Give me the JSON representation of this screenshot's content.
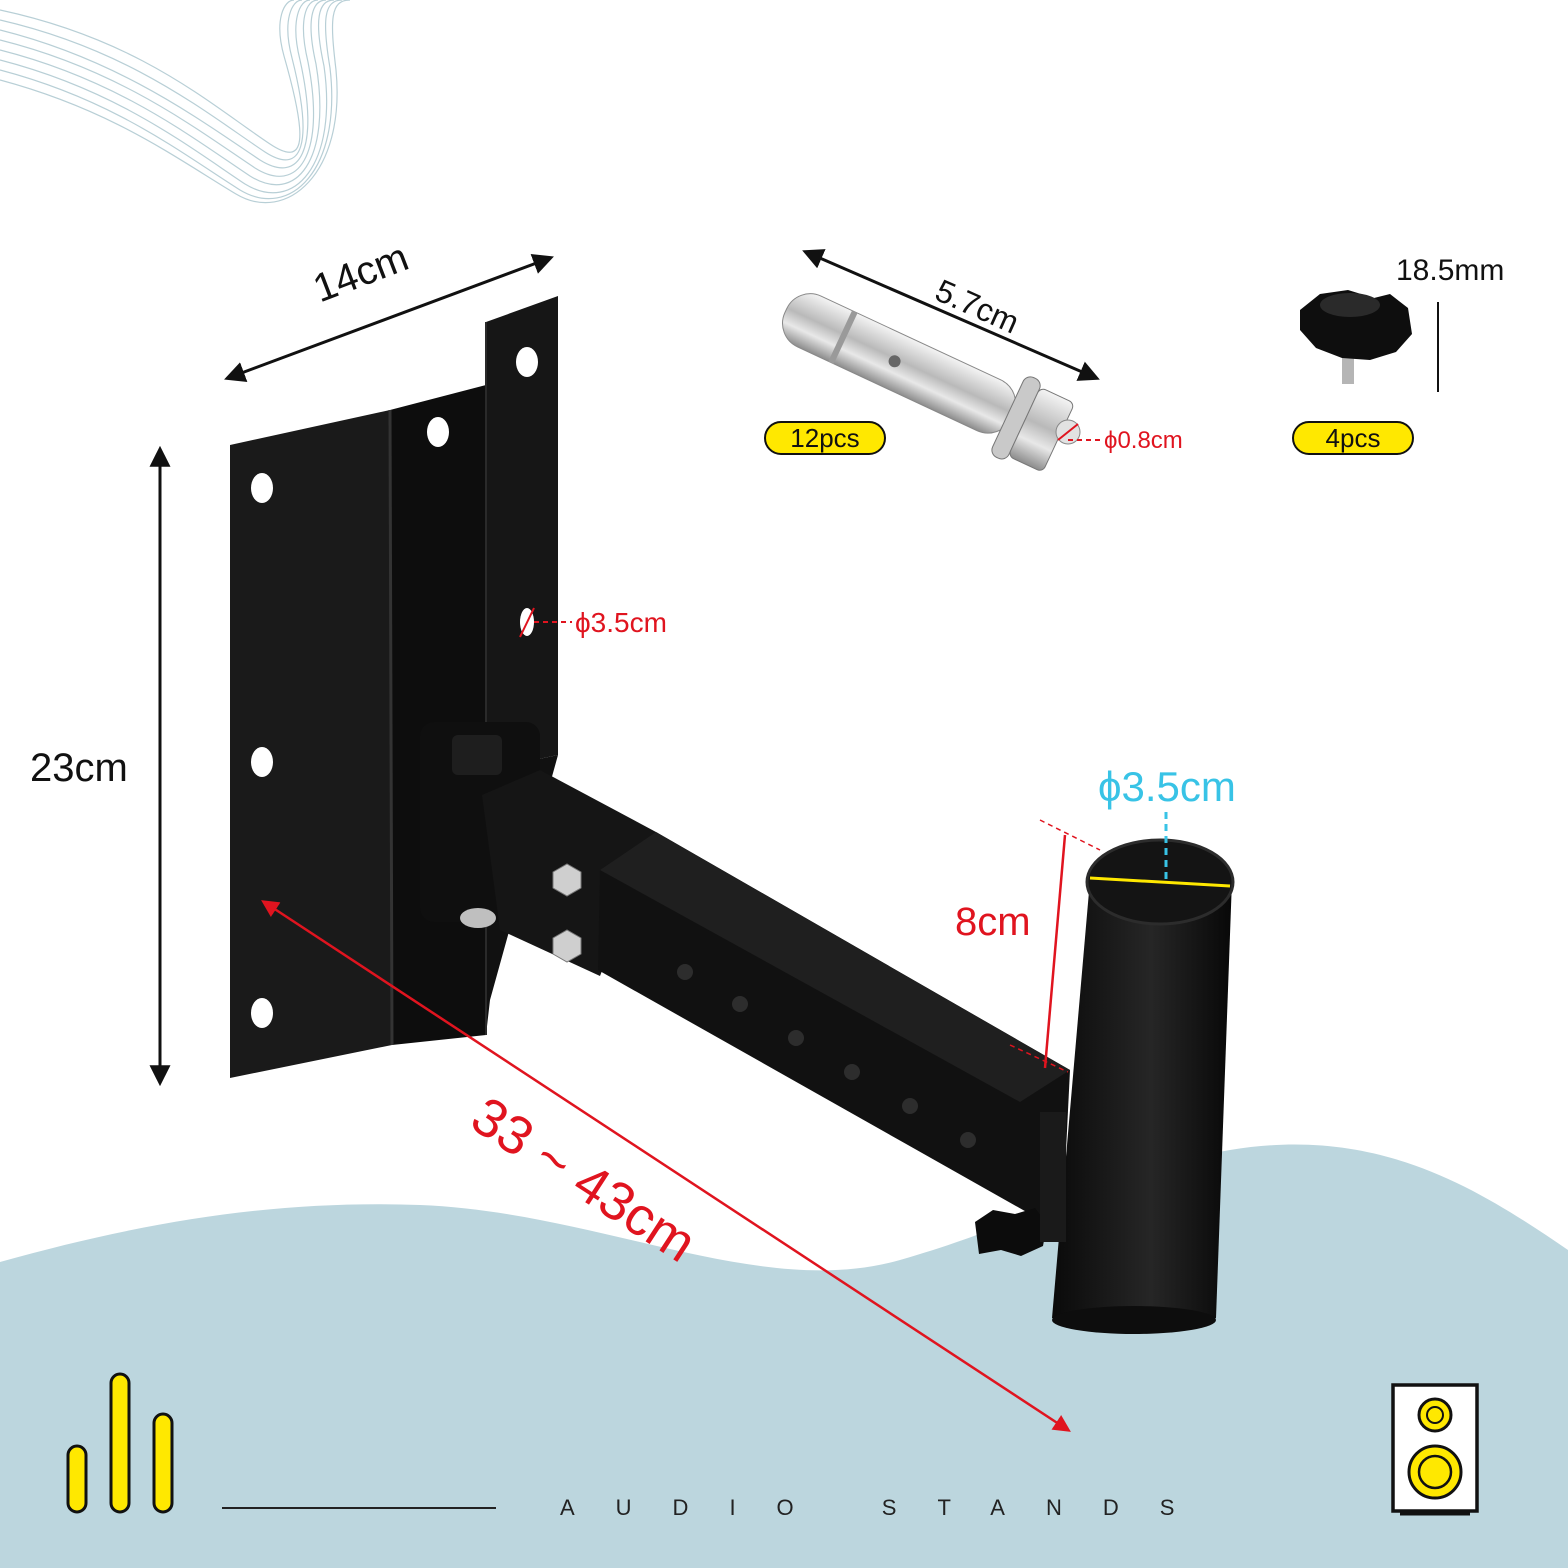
{
  "dimensions": {
    "plate_width": "14cm",
    "plate_height": "23cm",
    "hole_diameter": "ϕ3.5cm",
    "arm_length": "33 ~ 43cm",
    "tube_diameter": "ϕ3.5cm",
    "tube_height": "8cm",
    "bolt_length": "5.7cm",
    "bolt_diameter": "ϕ0.8cm",
    "knob_size": "18.5mm"
  },
  "accessories": {
    "bolt_qty": "12pcs",
    "knob_qty": "4pcs"
  },
  "footer": {
    "brand": "AUDIO STANDS"
  },
  "colors": {
    "accent_yellow": "#ffe800",
    "measure_red": "#e0141f",
    "measure_cyan": "#38c3e6",
    "wave_blue": "#bcd6de",
    "metal_black": "#141414"
  },
  "icons": [
    "equalizer-bars-icon",
    "speaker-icon"
  ]
}
